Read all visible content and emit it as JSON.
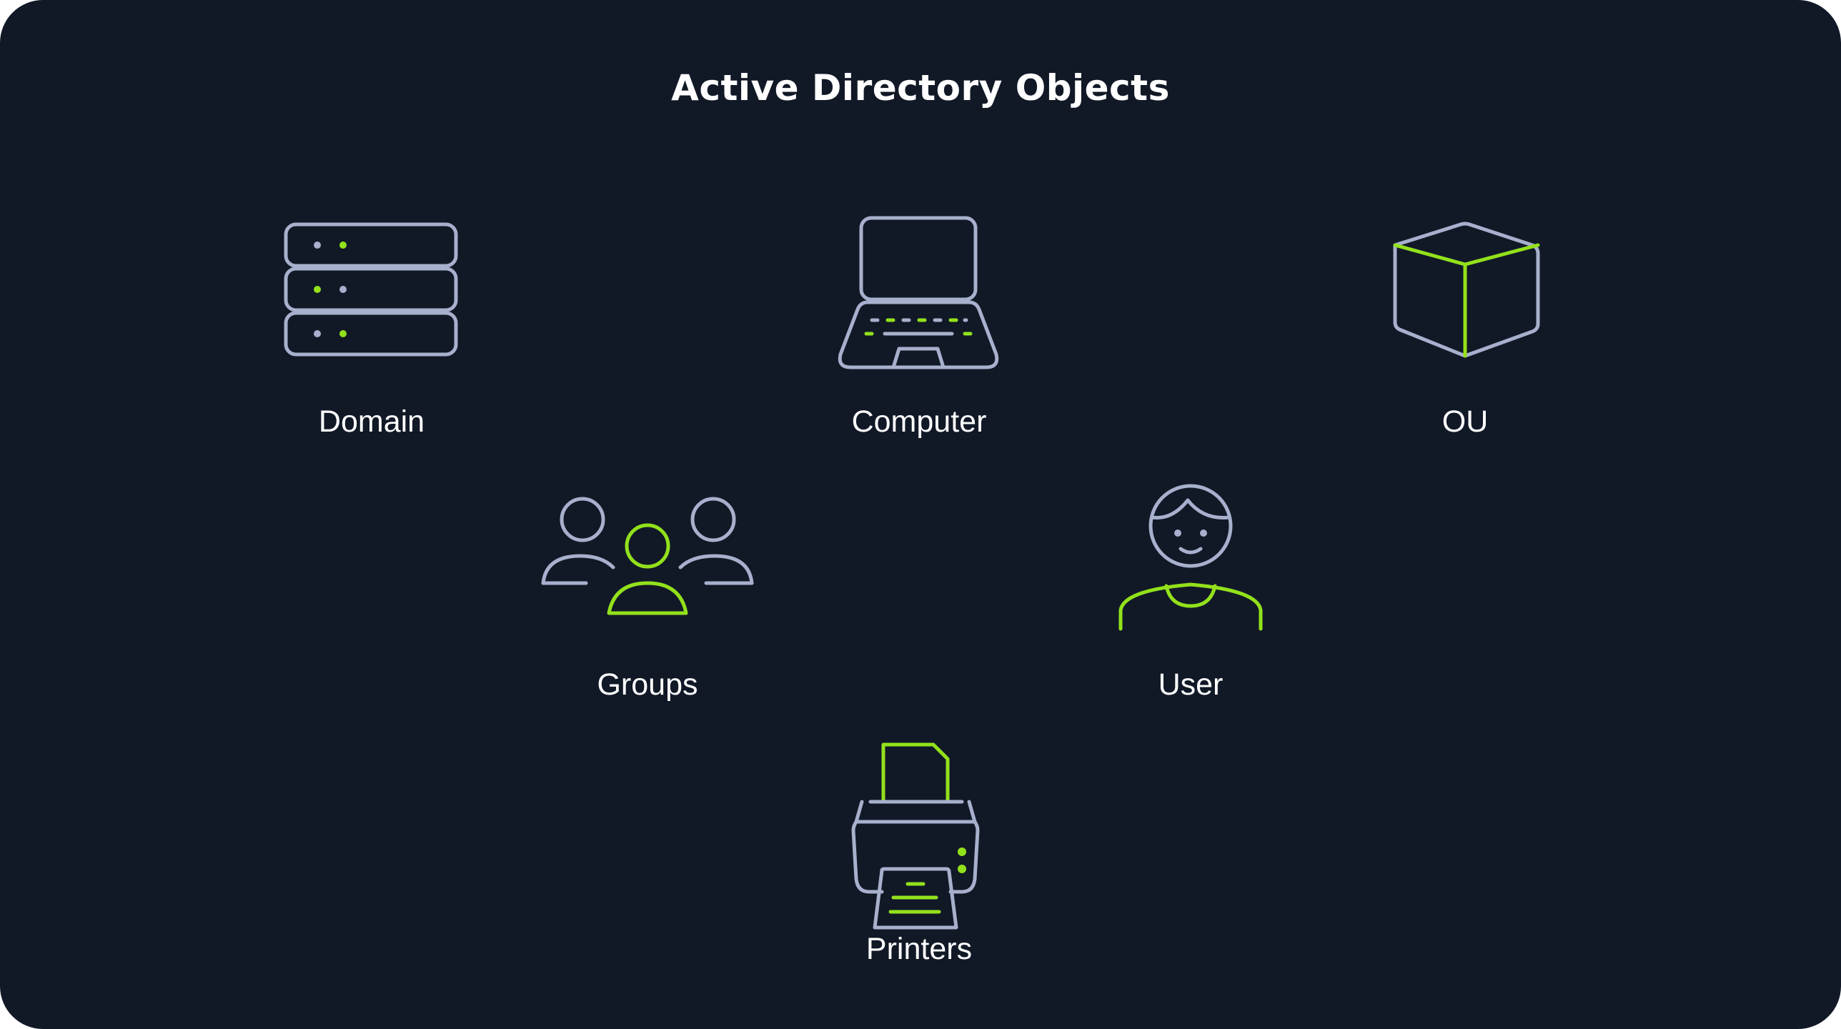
{
  "title": "Active Directory Objects",
  "colors": {
    "background": "#111927",
    "icon_primary": "#a7b0cc",
    "icon_accent": "#93e11b",
    "text": "#ffffff"
  },
  "objects": [
    {
      "label": "Domain",
      "icon": "server-stack-icon"
    },
    {
      "label": "Computer",
      "icon": "laptop-icon"
    },
    {
      "label": "OU",
      "icon": "cube-icon"
    },
    {
      "label": "Groups",
      "icon": "user-group-icon"
    },
    {
      "label": "User",
      "icon": "user-icon"
    },
    {
      "label": "Printers",
      "icon": "printer-icon"
    }
  ]
}
